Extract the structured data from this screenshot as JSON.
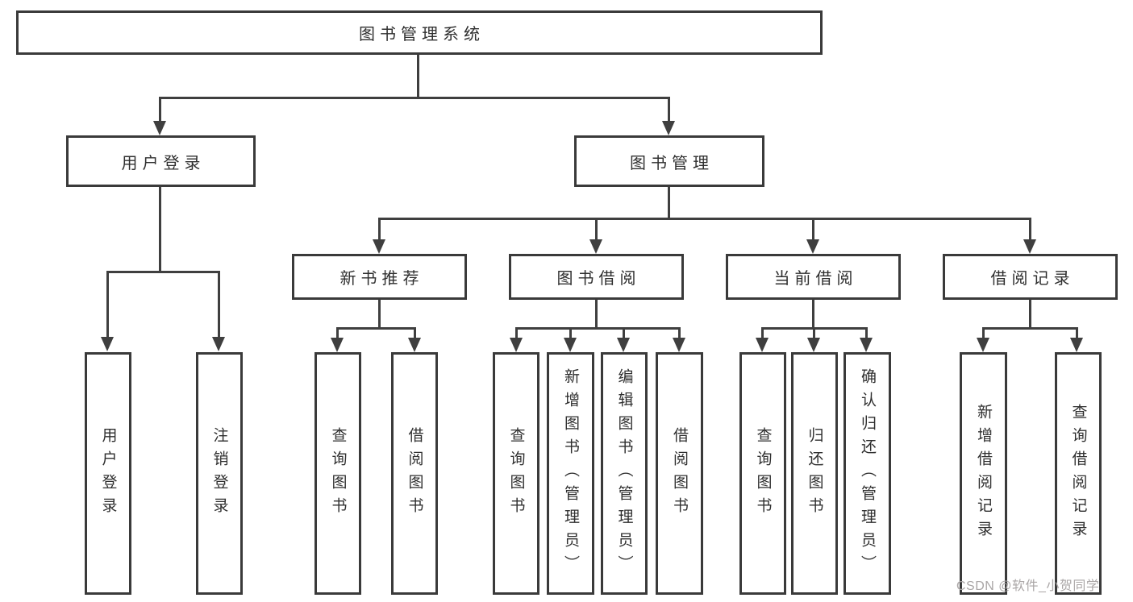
{
  "diagram": {
    "colors": {
      "box_border": "#3a3a3a",
      "connector": "#3f3f3f",
      "text": "#2f2f2f",
      "watermark_text_color": "#aaa6a6",
      "background": "#ffffff"
    },
    "nodes": {
      "root": {
        "label": "图书管理系统"
      },
      "user_login": {
        "label": "用户登录"
      },
      "book_mgmt": {
        "label": "图书管理"
      },
      "new_rec": {
        "label": "新书推荐"
      },
      "book_borrow": {
        "label": "图书借阅"
      },
      "current_borrow": {
        "label": "当前借阅"
      },
      "borrow_record": {
        "label": "借阅记录"
      },
      "leaf_user_login": {
        "label": "用户登录"
      },
      "leaf_logout": {
        "label": "注销登录"
      },
      "leaf_query_book_rec": {
        "label": "查询图书"
      },
      "leaf_borrow_book_rec": {
        "label": "借阅图书"
      },
      "leaf_query_book_borrow": {
        "label": "查询图书"
      },
      "leaf_add_book": {
        "label": "新增图书（管理员）"
      },
      "leaf_edit_book": {
        "label": "编辑图书（管理员）"
      },
      "leaf_borrow_book_borrow": {
        "label": "借阅图书"
      },
      "leaf_query_book_current": {
        "label": "查询图书"
      },
      "leaf_return_book": {
        "label": "归还图书"
      },
      "leaf_confirm_return": {
        "label": "确认归还（管理员）"
      },
      "leaf_add_record": {
        "label": "新增借阅记录"
      },
      "leaf_query_record": {
        "label": "查询借阅记录"
      }
    },
    "watermark": "CSDN @软件_小贺同学"
  }
}
